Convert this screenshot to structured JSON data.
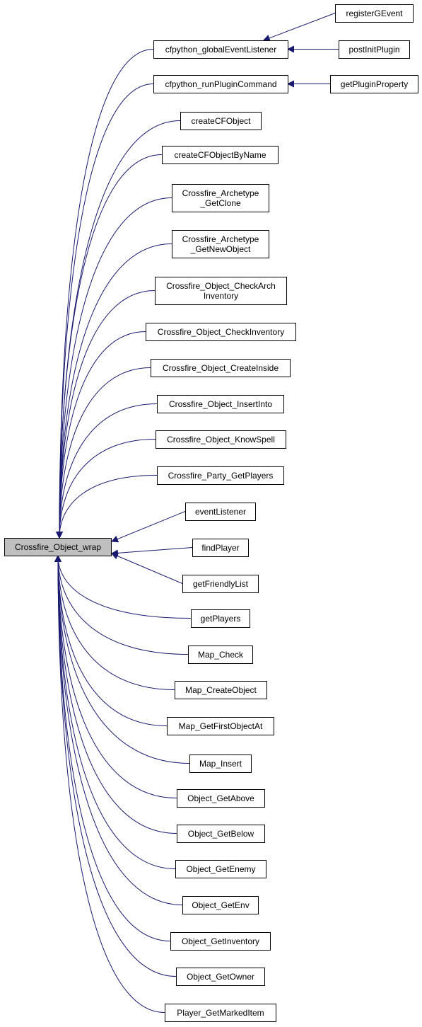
{
  "colors": {
    "edge": "#191970",
    "node_border": "#000000",
    "node_fill": "#ffffff",
    "root_fill": "#bfbfbf"
  },
  "root": {
    "label": "Crossfire_Object_wrap"
  },
  "callers": [
    {
      "id": "cfpython_globalEventListener",
      "lines": [
        "cfpython_globalEventListener"
      ]
    },
    {
      "id": "cfpython_runPluginCommand",
      "lines": [
        "cfpython_runPluginCommand"
      ]
    },
    {
      "id": "createCFObject",
      "lines": [
        "createCFObject"
      ]
    },
    {
      "id": "createCFObjectByName",
      "lines": [
        "createCFObjectByName"
      ]
    },
    {
      "id": "Crossfire_Archetype_GetClone",
      "lines": [
        "Crossfire_Archetype",
        "_GetClone"
      ]
    },
    {
      "id": "Crossfire_Archetype_GetNewObject",
      "lines": [
        "Crossfire_Archetype",
        "_GetNewObject"
      ]
    },
    {
      "id": "Crossfire_Object_CheckArchInventory",
      "lines": [
        "Crossfire_Object_CheckArch",
        "Inventory"
      ]
    },
    {
      "id": "Crossfire_Object_CheckInventory",
      "lines": [
        "Crossfire_Object_CheckInventory"
      ]
    },
    {
      "id": "Crossfire_Object_CreateInside",
      "lines": [
        "Crossfire_Object_CreateInside"
      ]
    },
    {
      "id": "Crossfire_Object_InsertInto",
      "lines": [
        "Crossfire_Object_InsertInto"
      ]
    },
    {
      "id": "Crossfire_Object_KnowSpell",
      "lines": [
        "Crossfire_Object_KnowSpell"
      ]
    },
    {
      "id": "Crossfire_Party_GetPlayers",
      "lines": [
        "Crossfire_Party_GetPlayers"
      ]
    },
    {
      "id": "eventListener",
      "lines": [
        "eventListener"
      ]
    },
    {
      "id": "findPlayer",
      "lines": [
        "findPlayer"
      ]
    },
    {
      "id": "getFriendlyList",
      "lines": [
        "getFriendlyList"
      ]
    },
    {
      "id": "getPlayers",
      "lines": [
        "getPlayers"
      ]
    },
    {
      "id": "Map_Check",
      "lines": [
        "Map_Check"
      ]
    },
    {
      "id": "Map_CreateObject",
      "lines": [
        "Map_CreateObject"
      ]
    },
    {
      "id": "Map_GetFirstObjectAt",
      "lines": [
        "Map_GetFirstObjectAt"
      ]
    },
    {
      "id": "Map_Insert",
      "lines": [
        "Map_Insert"
      ]
    },
    {
      "id": "Object_GetAbove",
      "lines": [
        "Object_GetAbove"
      ]
    },
    {
      "id": "Object_GetBelow",
      "lines": [
        "Object_GetBelow"
      ]
    },
    {
      "id": "Object_GetEnemy",
      "lines": [
        "Object_GetEnemy"
      ]
    },
    {
      "id": "Object_GetEnv",
      "lines": [
        "Object_GetEnv"
      ]
    },
    {
      "id": "Object_GetInventory",
      "lines": [
        "Object_GetInventory"
      ]
    },
    {
      "id": "Object_GetOwner",
      "lines": [
        "Object_GetOwner"
      ]
    },
    {
      "id": "Player_GetMarkedItem",
      "lines": [
        "Player_GetMarkedItem"
      ]
    }
  ],
  "second_level": [
    {
      "id": "registerGEvent",
      "label": "registerGEvent",
      "calls": "cfpython_globalEventListener"
    },
    {
      "id": "postInitPlugin",
      "label": "postInitPlugin",
      "calls": "cfpython_globalEventListener"
    },
    {
      "id": "getPluginProperty",
      "label": "getPluginProperty",
      "calls": "cfpython_runPluginCommand"
    }
  ]
}
